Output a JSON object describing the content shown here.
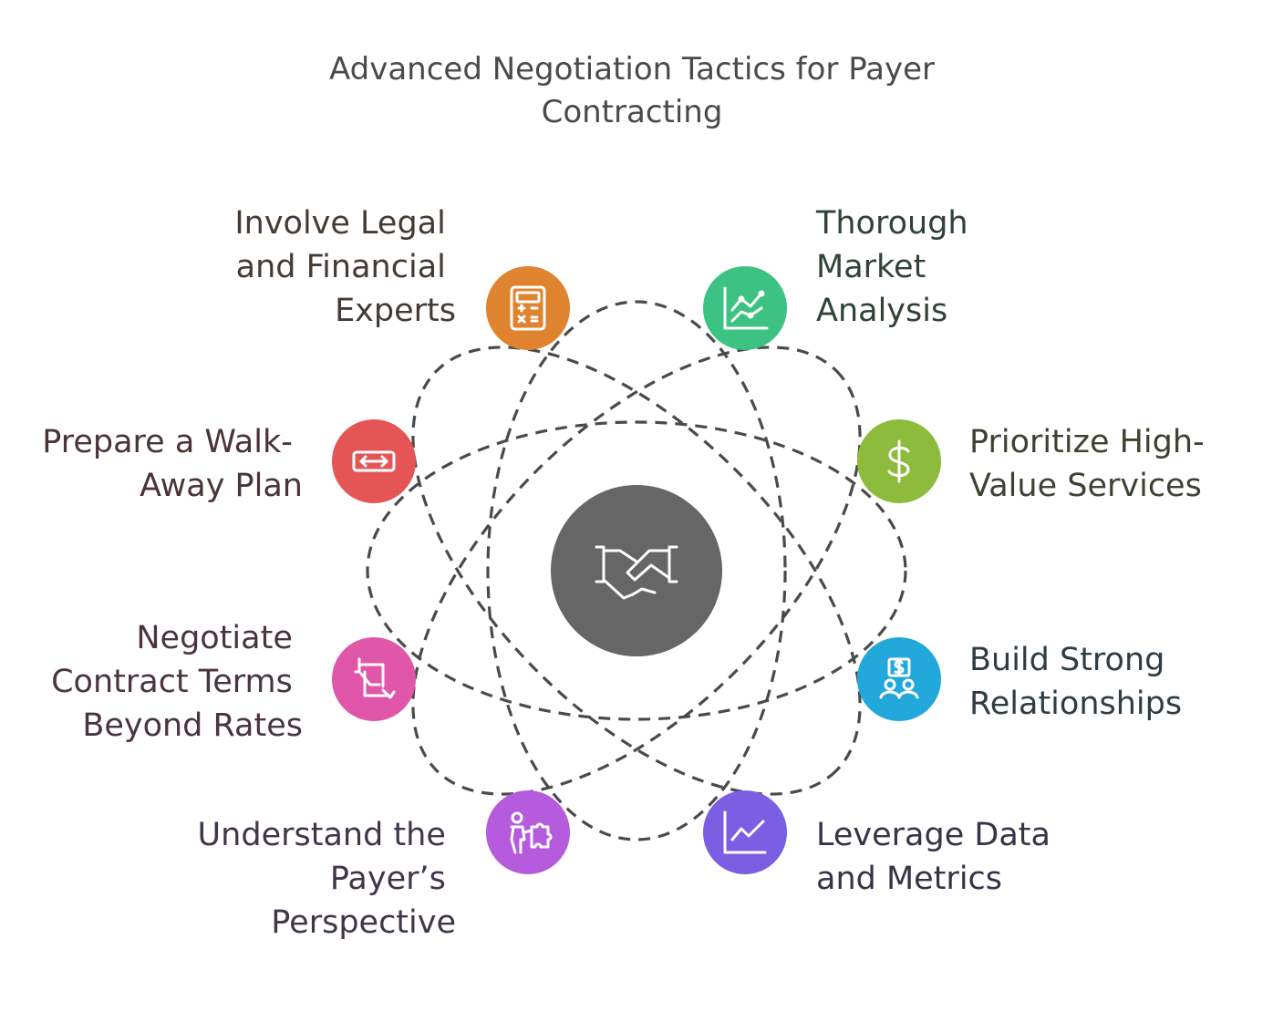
{
  "title": {
    "line1": "Advanced Negotiation Tactics for Payer",
    "line2": "Contracting"
  },
  "center": {
    "icon": "handshake-icon",
    "color": "#666666"
  },
  "items": [
    {
      "id": "legal",
      "lines": [
        "Involve Legal",
        "and Financial",
        "Experts"
      ],
      "icon": "calculator-icon",
      "color": "#E0832F",
      "text_color": "#463A33"
    },
    {
      "id": "market",
      "lines": [
        "Thorough",
        "Market",
        "Analysis"
      ],
      "icon": "line-chart-icon",
      "color": "#3CC283",
      "text_color": "#2F4336"
    },
    {
      "id": "walkaway",
      "lines": [
        "Prepare a Walk-",
        "Away Plan"
      ],
      "icon": "horizontal-arrows-icon",
      "color": "#E55555",
      "text_color": "#4A3434"
    },
    {
      "id": "prioritize",
      "lines": [
        "Prioritize High-",
        "Value Services"
      ],
      "icon": "dollar-icon",
      "color": "#8DBB3B",
      "text_color": "#3C4431"
    },
    {
      "id": "terms",
      "lines": [
        "Negotiate",
        "Contract Terms",
        "Beyond Rates"
      ],
      "icon": "contract-hand-icon",
      "color": "#E056A8",
      "text_color": "#4A3442"
    },
    {
      "id": "relationships",
      "lines": [
        "Build Strong",
        "Relationships"
      ],
      "icon": "people-money-icon",
      "color": "#23A8DB",
      "text_color": "#2E3D45"
    },
    {
      "id": "payer",
      "lines": [
        "Understand the",
        "Payer’s",
        "Perspective"
      ],
      "icon": "person-puzzle-icon",
      "color": "#B65BDE",
      "text_color": "#41354A"
    },
    {
      "id": "data",
      "lines": [
        "Leverage Data",
        "and Metrics"
      ],
      "icon": "trend-chart-icon",
      "color": "#7A5FE3",
      "text_color": "#383348"
    }
  ]
}
